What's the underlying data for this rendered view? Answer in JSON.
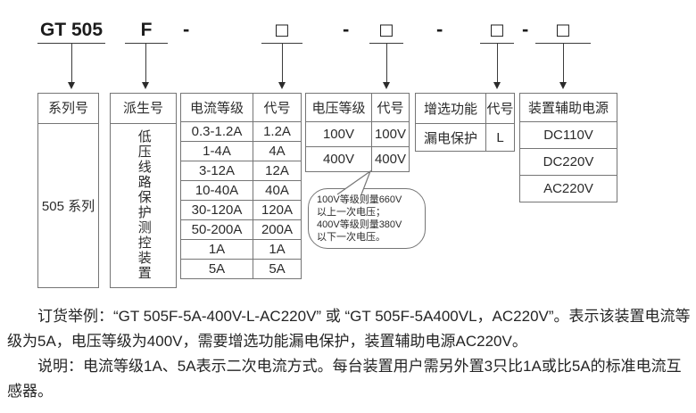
{
  "code": {
    "series": "GT 505",
    "derivative": "F",
    "separator": "-",
    "placeholder": "□"
  },
  "series_box": {
    "title": "系列号",
    "value": "505 系列"
  },
  "derivative_box": {
    "title": "派生号",
    "value": "低压线路保护测控装置"
  },
  "current_table": {
    "headers": [
      "电流等级",
      "代号"
    ],
    "rows": [
      [
        "0.3-1.2A",
        "1.2A"
      ],
      [
        "1-4A",
        "4A"
      ],
      [
        "3-12A",
        "12A"
      ],
      [
        "10-40A",
        "40A"
      ],
      [
        "30-120A",
        "120A"
      ],
      [
        "50-200A",
        "200A"
      ],
      [
        "1A",
        "1A"
      ],
      [
        "5A",
        "5A"
      ]
    ]
  },
  "voltage_table": {
    "headers": [
      "电压等级",
      "代号"
    ],
    "rows": [
      [
        "100V",
        "100V"
      ],
      [
        "400V",
        "400V"
      ]
    ]
  },
  "function_table": {
    "headers": [
      "增选功能",
      "代号"
    ],
    "rows": [
      [
        "漏电保护",
        "L"
      ]
    ]
  },
  "aux_power_table": {
    "title": "装置辅助电源",
    "rows": [
      "DC110V",
      "DC220V",
      "AC220V"
    ]
  },
  "callout": {
    "lines": [
      "100V等级则量660V",
      "以上一次电压；",
      "400V等级则量380V",
      "以下一次电压。"
    ]
  },
  "notes": {
    "order_example": "订货举例：“GT 505F-5A-400V-L-AC220V” 或 “GT 505F-5A400VL，AC220V”。表示该装置电流等级为5A，电压等级为400V，需要增选功能漏电保护，装置辅助电源AC220V。",
    "remark": "说明：电流等级1A、5A表示二次电流方式。每台装置用户需另外置3只比1A或比5A的标准电流互感器。"
  }
}
